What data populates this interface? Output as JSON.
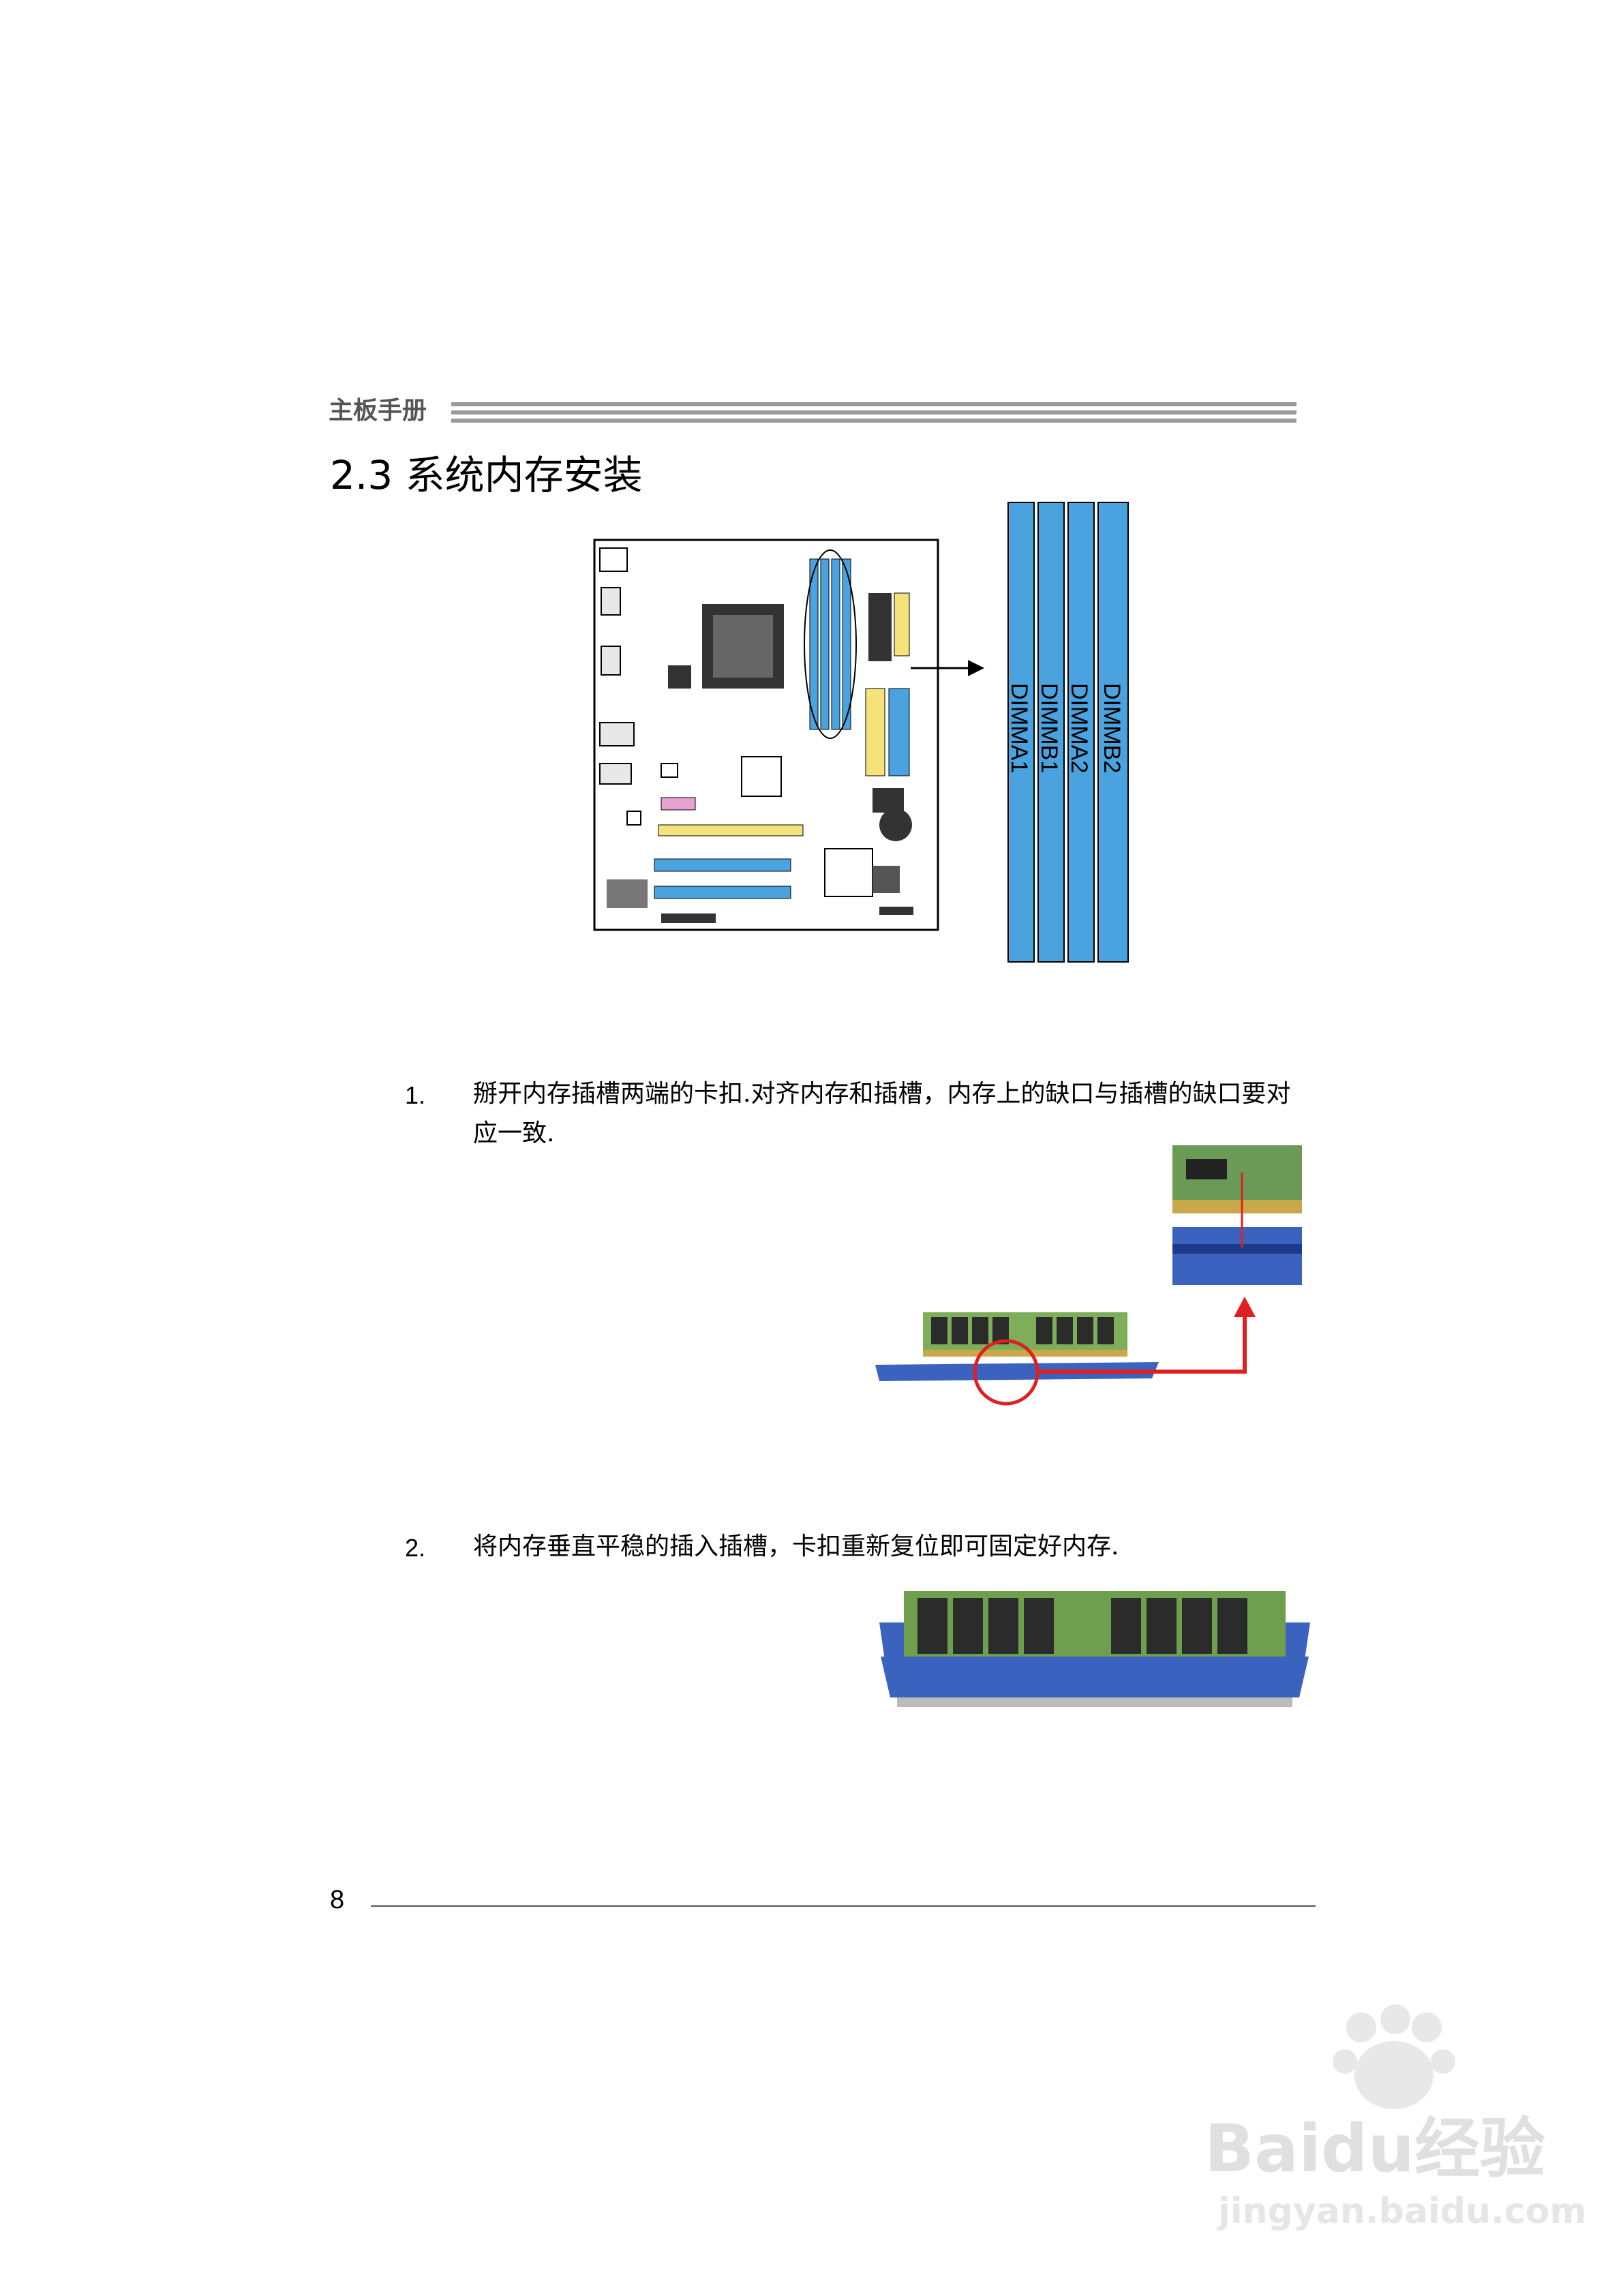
{
  "header": {
    "label": "主板手册"
  },
  "section": {
    "title": "2.3 系统内存安装"
  },
  "diagram": {
    "slots": [
      "DIMMA1",
      "DIMMB1",
      "DIMMA2",
      "DIMMB2"
    ],
    "colors": {
      "slot_blue": "#4aa3df",
      "pci_yellow": "#f4e27a",
      "pci_pink": "#e6a3d1",
      "arrow_red": "#e02020"
    }
  },
  "steps": [
    {
      "num": "1.",
      "text": "掰开内存插槽两端的卡扣.对齐内存和插槽，内存上的缺口与插槽的缺口要对应一致."
    },
    {
      "num": "2.",
      "text": "将内存垂直平稳的插入插槽，卡扣重新复位即可固定好内存."
    }
  ],
  "footer": {
    "page_number": "8"
  },
  "watermark": {
    "brand": "Baidu经验",
    "url": "jingyan.baidu.com"
  }
}
